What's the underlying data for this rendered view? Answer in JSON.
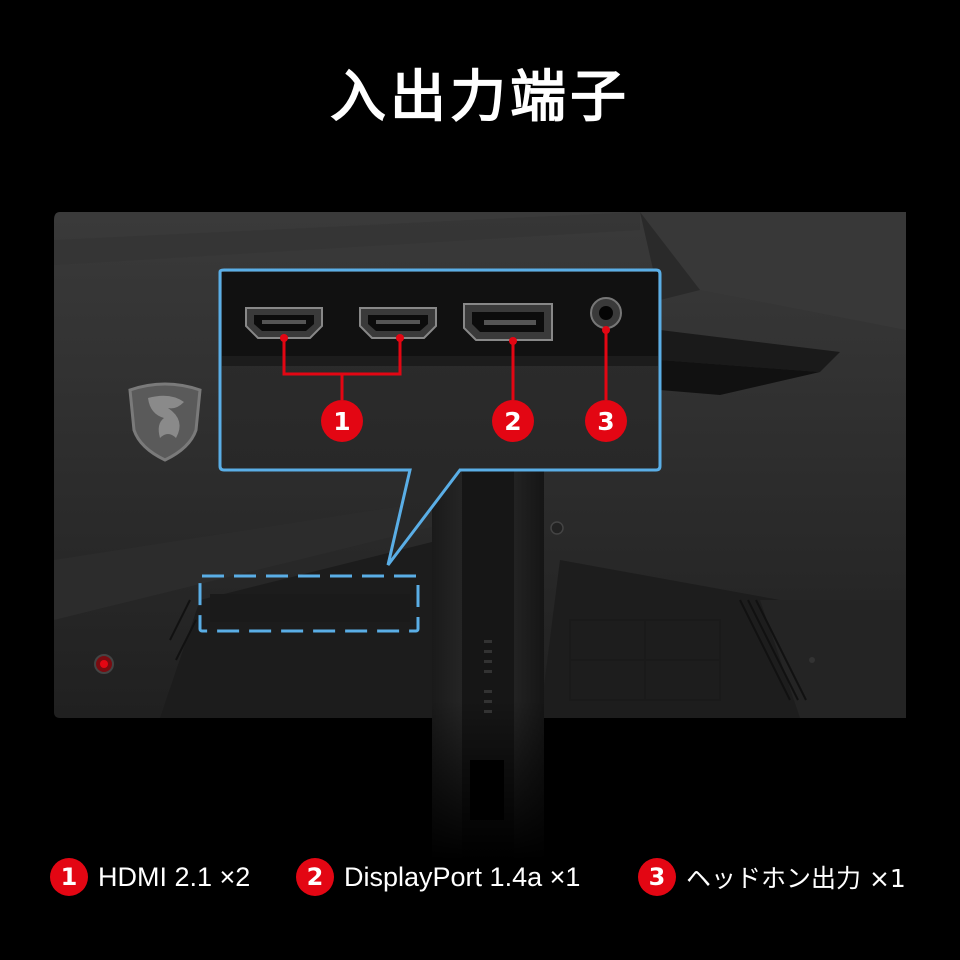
{
  "title": "入出力端子",
  "callouts": [
    {
      "number": "1",
      "label": "HDMI 2.1 ×2"
    },
    {
      "number": "2",
      "label": "DisplayPort 1.4a ×1"
    },
    {
      "number": "3",
      "label": "ヘッドホン出力 ×1"
    }
  ],
  "icons": {
    "brand_logo": "msi-dragon-shield-icon",
    "hdmi_port": "hdmi-port-icon",
    "displayport_port": "displayport-icon",
    "audio_jack": "headphone-jack-icon",
    "power_button": "power-button-icon"
  },
  "colors": {
    "background": "#000000",
    "monitor_body": "#2a2a2a",
    "highlight_blue": "#5aaee6",
    "callout_red": "#e30613",
    "text": "#ffffff"
  }
}
